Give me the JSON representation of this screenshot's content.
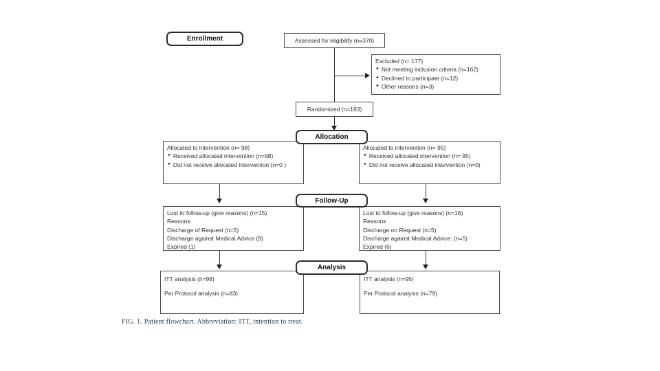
{
  "figure": {
    "bullet_glyph": "✦",
    "stages": {
      "enrollment": "Enrollment",
      "allocation": "Allocation",
      "followup": "Follow-Up",
      "analysis": "Analysis"
    },
    "assessed": {
      "text": "Assessed for eligibility (n=370)"
    },
    "excluded": {
      "title": "Excluded (n= 177)",
      "items": [
        "Not meeting inclusion criteria (n=162)",
        "Declined to participate (n=12)",
        "Other reasons (n=3)"
      ]
    },
    "randomized": {
      "text": "Randomized  (n=193)"
    },
    "allocation_left": {
      "title": "Allocated to intervention  (n= 98)",
      "items": [
        "Received allocated intervention (n=98)",
        "Did not receive allocated intervention (n=0 )"
      ]
    },
    "allocation_right": {
      "title": "Allocated to intervention  (n= 95)",
      "items": [
        "Received allocated intervention (n= 95)",
        "Did not receive allocated intervention (n=0)"
      ]
    },
    "followup_left": {
      "lines": [
        "Lost to follow-up (give reasons) (n=15)",
        "Reasons:",
        "Discharge of Request (n=5)",
        "Discharge against Medical Advice (9)",
        "Expired (1)"
      ]
    },
    "followup_right": {
      "lines": [
        "Lost to follow-up (give reasons) (n=16)",
        "Reasons",
        "Discharge on Request (n=5)",
        "Discharge against Medical Advice: (n=5)",
        "Expired (6)"
      ]
    },
    "analysis_left": {
      "lines": [
        "ITT analysis (n=98)",
        "Per Protocol analysis (n=83)"
      ]
    },
    "analysis_right": {
      "lines": [
        "ITT analysis (n=95)",
        "Per Protocol analysis (n=79)"
      ]
    },
    "caption": "FIG. 1. Patient flowchart. Abbreviation: ITT, intention to treat."
  }
}
